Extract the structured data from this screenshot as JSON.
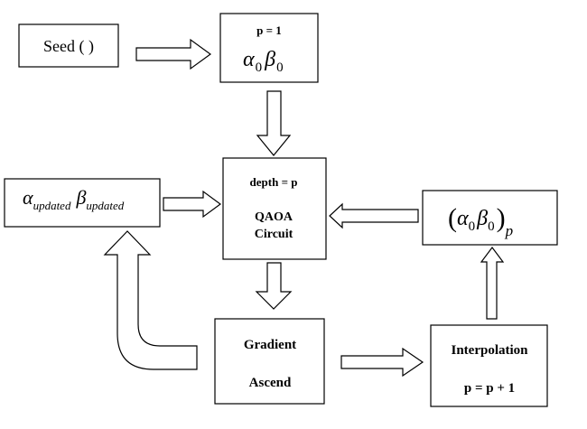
{
  "nodes": {
    "seed": {
      "label": "Seed ( )"
    },
    "initial_params": {
      "p_label": "p = 1",
      "alpha": "α",
      "beta": "β",
      "sub": "0"
    },
    "circuit": {
      "depth_label": "depth = p",
      "line1": "QAOA",
      "line2": "Circuit"
    },
    "updated_params": {
      "alpha": "α",
      "beta": "β",
      "sub": "updated"
    },
    "interp_params": {
      "open": "(",
      "close": ")",
      "alpha": "α",
      "beta": "β",
      "sub": "0",
      "outer_sub": "p"
    },
    "gradient": {
      "line1": "Gradient",
      "line2": "Ascend"
    },
    "interpolation": {
      "line1": "Interpolation",
      "line2": "p = p + 1"
    }
  },
  "edges": [
    {
      "from": "seed",
      "to": "initial_params"
    },
    {
      "from": "initial_params",
      "to": "circuit"
    },
    {
      "from": "updated_params",
      "to": "circuit"
    },
    {
      "from": "interp_params",
      "to": "circuit"
    },
    {
      "from": "circuit",
      "to": "gradient"
    },
    {
      "from": "gradient",
      "to": "interpolation"
    },
    {
      "from": "interpolation",
      "to": "interp_params"
    },
    {
      "from": "gradient",
      "to": "updated_params"
    }
  ]
}
